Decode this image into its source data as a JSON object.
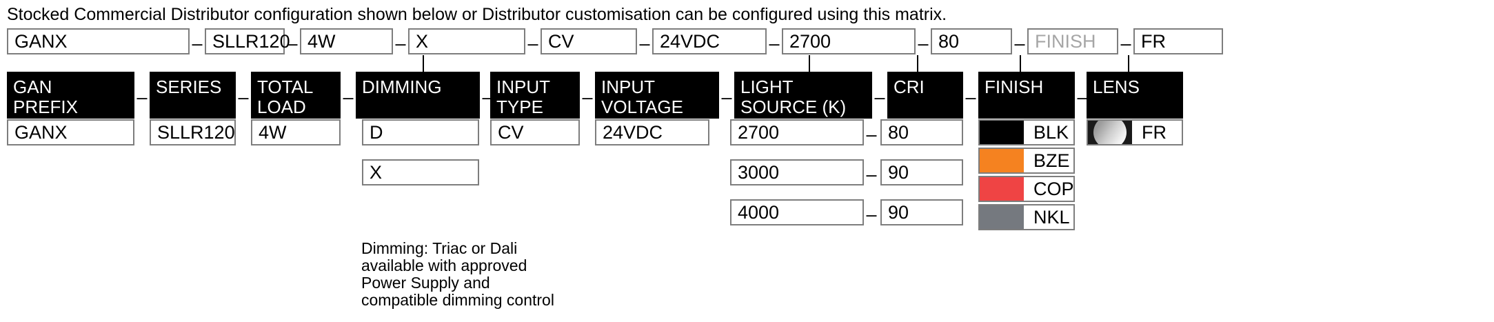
{
  "intro": "Stocked Commercial Distributor configuration shown below or Distributor customisation can be configured using this matrix.",
  "separator": "–",
  "summary_row": {
    "values": [
      "GANX",
      "SLLR120",
      "4W",
      "X",
      "CV",
      "24VDC",
      "2700",
      "80",
      "FINISH",
      "FR"
    ],
    "muted_index": 8
  },
  "categories": [
    {
      "line1": "GAN",
      "line2": "PREFIX"
    },
    {
      "line1": "SERIES",
      "line2": ""
    },
    {
      "line1": "TOTAL",
      "line2": "LOAD"
    },
    {
      "line1": "DIMMING",
      "line2": ""
    },
    {
      "line1": "INPUT",
      "line2": "TYPE"
    },
    {
      "line1": "INPUT",
      "line2": "VOLTAGE"
    },
    {
      "line1": "LIGHT",
      "line2": "SOURCE (K)"
    },
    {
      "line1": "CRI",
      "line2": ""
    },
    {
      "line1": "FINISH",
      "line2": ""
    },
    {
      "line1": "LENS",
      "line2": ""
    }
  ],
  "options": {
    "gan_prefix": [
      "GANX"
    ],
    "series": [
      "SLLR120"
    ],
    "total_load": [
      "4W"
    ],
    "dimming": [
      "D",
      "X"
    ],
    "input_type": [
      "CV"
    ],
    "input_voltage": [
      "24VDC"
    ],
    "light_source": [
      "2700",
      "3000",
      "4000"
    ],
    "cri": [
      "80",
      "90",
      "90"
    ],
    "finish": [
      {
        "code": "BLK",
        "color": "#000000",
        "swatch": "solid"
      },
      {
        "code": "BZE",
        "color": "#f58220",
        "swatch": "solid"
      },
      {
        "code": "COP",
        "color": "#ef4444",
        "swatch": "solid"
      },
      {
        "code": "NKL",
        "color": "#75797f",
        "swatch": "solid"
      }
    ],
    "lens": [
      {
        "code": "FR",
        "color": "#1a1a1a",
        "swatch": "frosted"
      }
    ]
  },
  "notes": {
    "dimming": "Dimming: Triac or Dali\navailable with approved\nPower Supply and\ncompatible dimming control"
  }
}
